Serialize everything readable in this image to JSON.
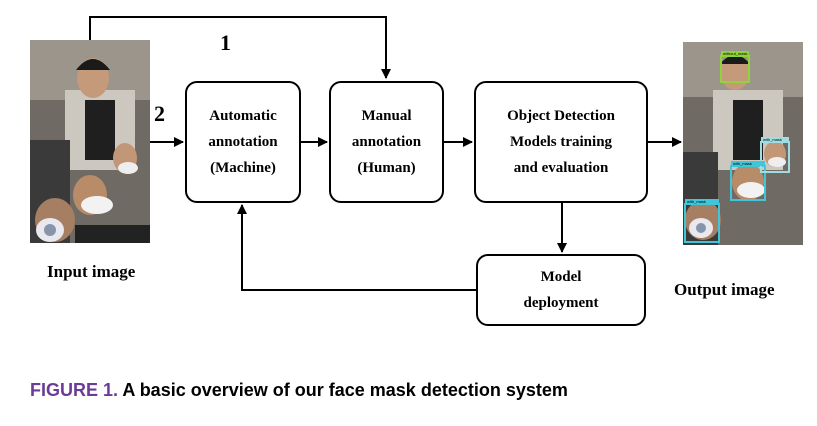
{
  "diagram": {
    "nodes": {
      "auto": "Automatic\nannotation\n(Machine)",
      "manual": "Manual\nannotation\n(Human)",
      "training": "Object Detection\nModels training\nand evaluation",
      "deploy": "Model\ndeployment"
    },
    "path_labels": {
      "path1": "1",
      "path2": "2"
    },
    "input_label": "Input image",
    "output_label": "Output image",
    "detection_labels": [
      "without_mask",
      "with_mask",
      "with_mask",
      "with_mask"
    ],
    "colors": {
      "line": "#000000",
      "caption_accent": "#6a3b97",
      "box_green": "#8fd43a",
      "box_cyan": "#3fc7d9"
    }
  },
  "caption": {
    "number": "FIGURE 1.",
    "text": "A basic overview of our face mask detection system"
  }
}
